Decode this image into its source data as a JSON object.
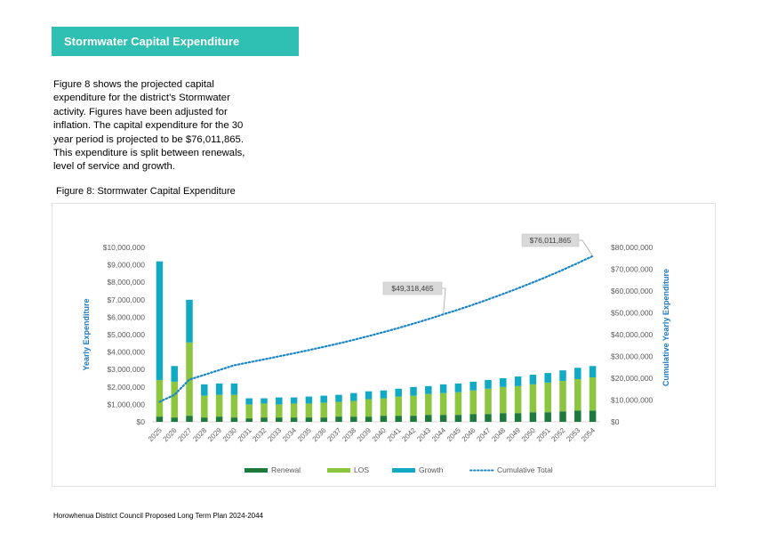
{
  "page": {
    "banner": "Stormwater Capital Expenditure",
    "intro": "Figure 8 shows the projected capital expenditure for the district’s Stormwater activity. Figures have been adjusted for inflation. The capital expenditure for the 30 year period is projected to be $76,011,865. This expenditure is split between renewals, level of service and growth.",
    "caption": "Figure 8: Stormwater Capital Expenditure",
    "footer": "Horowhenua District Council Proposed Long Term Plan 2024-2044"
  },
  "chart_data": {
    "type": "bar",
    "stacked": true,
    "categories": [
      "2025",
      "2026",
      "2027",
      "2028",
      "2029",
      "2030",
      "2031",
      "2032",
      "2033",
      "2034",
      "2035",
      "2036",
      "2037",
      "2038",
      "2039",
      "2040",
      "2041",
      "2042",
      "2043",
      "2044",
      "2045",
      "2046",
      "2047",
      "2048",
      "2049",
      "2050",
      "2051",
      "2052",
      "2053",
      "2054"
    ],
    "ylabel": "Yearly Expenditure",
    "y2label": "Cumulative Yearly Expenditure",
    "ylim": [
      0,
      10000000
    ],
    "y2lim": [
      0,
      80000000
    ],
    "yticks": [
      "$0",
      "$1,000,000",
      "$2,000,000",
      "$3,000,000",
      "$4,000,000",
      "$5,000,000",
      "$6,000,000",
      "$7,000,000",
      "$8,000,000",
      "$9,000,000",
      "$10,000,000"
    ],
    "y2ticks": [
      "$0",
      "$10,000,000",
      "$20,000,000",
      "$30,000,000",
      "$40,000,000",
      "$50,000,000",
      "$60,000,000",
      "$70,000,000",
      "$80,000,000"
    ],
    "series": [
      {
        "name": "Renewal",
        "color": "#1e7a3c",
        "values": [
          300000,
          250000,
          350000,
          250000,
          300000,
          250000,
          200000,
          250000,
          250000,
          250000,
          250000,
          250000,
          300000,
          300000,
          300000,
          350000,
          350000,
          350000,
          400000,
          400000,
          400000,
          450000,
          450000,
          500000,
          500000,
          550000,
          550000,
          600000,
          650000,
          650000
        ]
      },
      {
        "name": "LOS",
        "color": "#8cc63f",
        "values": [
          2100000,
          2050000,
          4200000,
          1250000,
          1250000,
          1300000,
          800000,
          800000,
          750000,
          800000,
          800000,
          850000,
          850000,
          900000,
          1000000,
          1000000,
          1100000,
          1150000,
          1200000,
          1250000,
          1300000,
          1350000,
          1450000,
          1500000,
          1550000,
          1600000,
          1700000,
          1750000,
          1800000,
          1900000
        ]
      },
      {
        "name": "Growth",
        "color": "#12a9c4",
        "values": [
          6800000,
          900000,
          2450000,
          650000,
          650000,
          650000,
          350000,
          300000,
          400000,
          350000,
          400000,
          400000,
          400000,
          450000,
          450000,
          450000,
          450000,
          500000,
          450000,
          500000,
          500000,
          500000,
          500000,
          500000,
          550000,
          550000,
          550000,
          600000,
          650000,
          650000
        ]
      }
    ],
    "cumulative": {
      "name": "Cumulative Total",
      "color": "#1a86c8",
      "values": [
        9200000,
        12400000,
        19400000,
        21550000,
        23750000,
        25950000,
        27300000,
        28650000,
        30050000,
        31450000,
        32900000,
        34400000,
        35950000,
        37600000,
        39350000,
        41150000,
        43050000,
        45050000,
        47100000,
        49318465,
        51450000,
        53750000,
        56150000,
        58650000,
        61250000,
        63950000,
        66750000,
        69700000,
        72800000,
        76011865
      ]
    },
    "annotations": [
      {
        "text": "$49,318,465",
        "category": "2044",
        "value": 49318465
      },
      {
        "text": "$76,011,865",
        "category": "2054",
        "value": 76011865
      }
    ],
    "legend": {
      "position": "bottom"
    }
  }
}
